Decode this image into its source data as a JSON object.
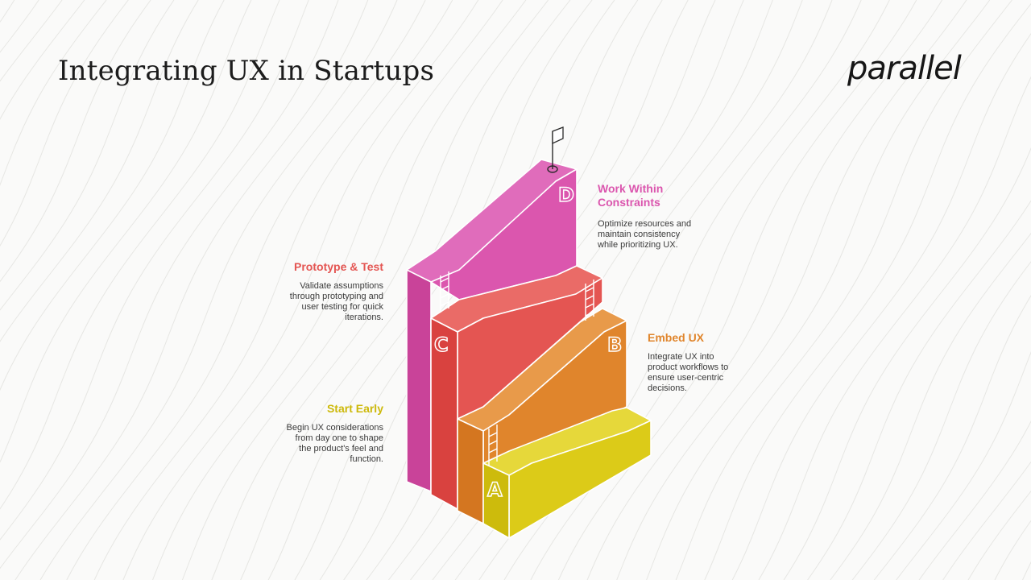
{
  "slide": {
    "title": "Integrating UX in Startups",
    "logo_text": "parallel"
  },
  "steps": [
    {
      "letter": "A",
      "title": "Start Early",
      "description_lines": [
        "Begin UX considerations",
        "from day one to shape",
        "the product's feel and",
        "function."
      ],
      "color": "#dccb18"
    },
    {
      "letter": "B",
      "title": "Embed UX",
      "description_lines": [
        "Integrate UX into",
        "product workflows to",
        "ensure user-centric",
        "decisions."
      ],
      "color": "#e0852c"
    },
    {
      "letter": "C",
      "title": "Prototype & Test",
      "description_lines": [
        "Validate assumptions",
        "through prototyping and",
        "user testing for quick",
        "iterations."
      ],
      "color": "#e45552"
    },
    {
      "letter": "D",
      "title_lines": [
        "Work Within",
        "Constraints"
      ],
      "description_lines": [
        "Optimize resources and",
        "maintain consistency",
        "while prioritizing UX."
      ],
      "color": "#db56ae"
    }
  ],
  "colors": {
    "background": "#fafaf9",
    "title_text": "#1c1c1c",
    "description_text": "#3a3a3a",
    "background_lines": "#e6e6e3"
  }
}
